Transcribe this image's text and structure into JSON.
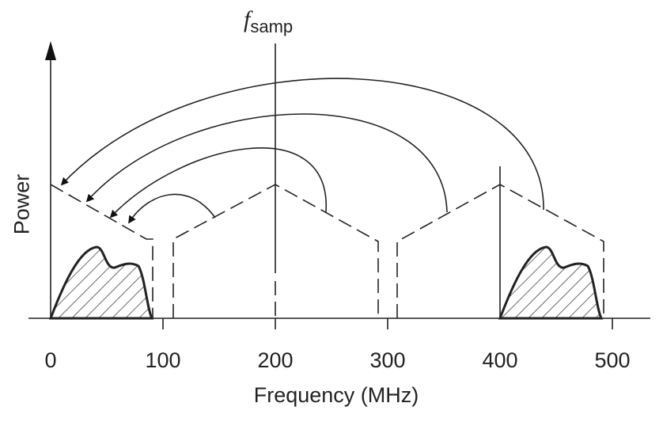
{
  "axes": {
    "xlabel": "Frequency (MHz)",
    "ylabel": "Power",
    "xticks": [
      "0",
      "100",
      "200",
      "300",
      "400",
      "500"
    ]
  },
  "marker": {
    "symbol": "f",
    "subscript": "samp"
  }
}
